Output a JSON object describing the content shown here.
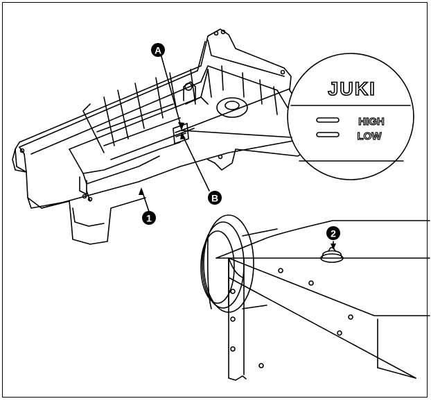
{
  "diagram": {
    "callouts": {
      "A": "A",
      "B": "B",
      "one": "1",
      "two": "2"
    },
    "gauge": {
      "brand": "JUKI",
      "high_label": "HIGH",
      "low_label": "LOW"
    }
  }
}
